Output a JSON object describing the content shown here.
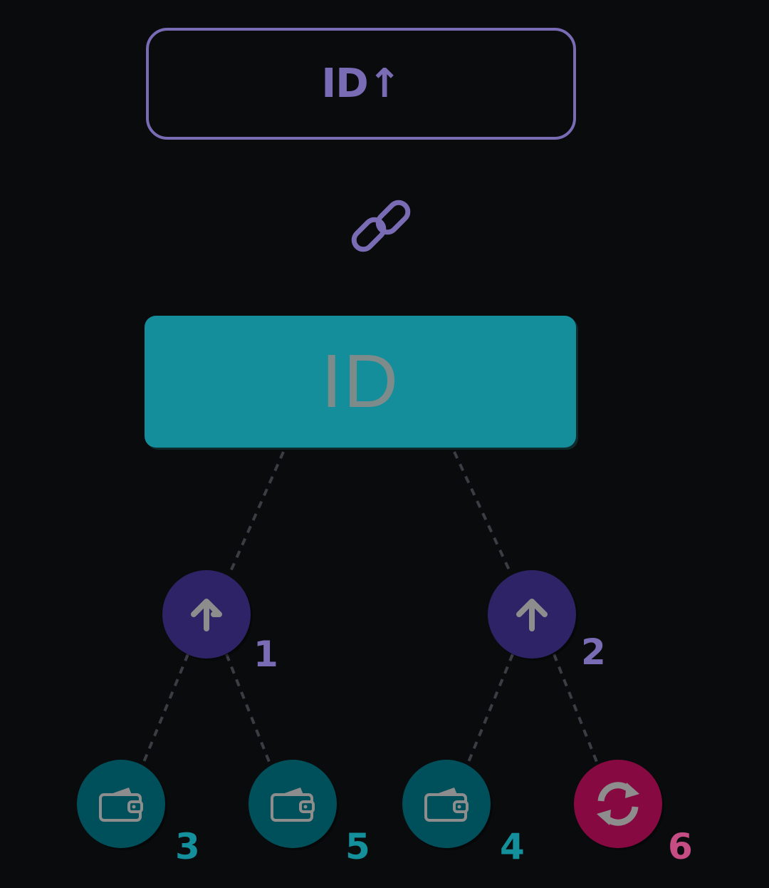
{
  "top_box": {
    "label": "ID↑",
    "color": "#7a6bb5"
  },
  "link": {
    "icon": "link-icon",
    "color": "#7a6bb5"
  },
  "main_box": {
    "label": "ID",
    "color": "#148e9b"
  },
  "nodes": [
    {
      "icon": "arrow-up-icon",
      "badge": "1",
      "color": "#2d2366"
    },
    {
      "icon": "arrow-up-icon",
      "badge": "2",
      "color": "#2d2366"
    },
    {
      "icon": "wallet-icon",
      "badge": "3",
      "color": "#00505b"
    },
    {
      "icon": "wallet-icon",
      "badge": "5",
      "color": "#00505b"
    },
    {
      "icon": "wallet-icon",
      "badge": "4",
      "color": "#00505b"
    },
    {
      "icon": "sync-icon",
      "badge": "6",
      "color": "#860a41"
    }
  ],
  "connector_color": "#3a3d44"
}
